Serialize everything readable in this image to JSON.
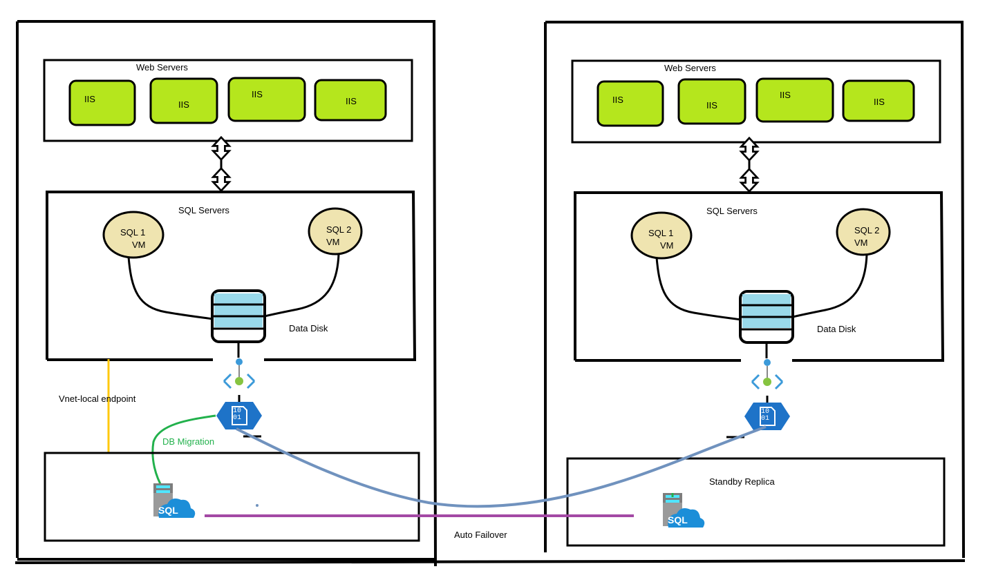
{
  "left_site": {
    "web_title": "Web Servers",
    "iis": [
      "IIS",
      "IIS",
      "IIS",
      "IIS"
    ],
    "sql_title": "SQL Servers",
    "sql1": {
      "line1": "SQL 1",
      "line2": "VM"
    },
    "sql2": {
      "line1": "SQL 2",
      "line2": "VM"
    },
    "disk_label": "Data Disk",
    "endpoint_label": "Vnet-local endpoint",
    "migration_label": "DB Migration",
    "sql_icon_text": "SQL"
  },
  "right_site": {
    "web_title": "Web Servers",
    "iis": [
      "IIS",
      "IIS",
      "IIS",
      "IIS"
    ],
    "sql_title": "SQL Servers",
    "sql1": {
      "line1": "SQL 1",
      "line2": "VM"
    },
    "sql2": {
      "line1": "SQL 2",
      "line2": "VM"
    },
    "disk_label": "Data Disk",
    "standby_label": "Standby Replica",
    "sql_icon_text": "SQL"
  },
  "failover_label": "Auto Failover",
  "colors": {
    "iis_fill": "#b5e61d",
    "sql_vm_fill": "#efe4b0",
    "disk_band": "#99d9ea",
    "endpoint_line": "#ffc90e",
    "migration_line": "#22b14c",
    "replication_line": "#7092be",
    "failover_line": "#a349a4",
    "azure_blue": "#1e73c8"
  }
}
